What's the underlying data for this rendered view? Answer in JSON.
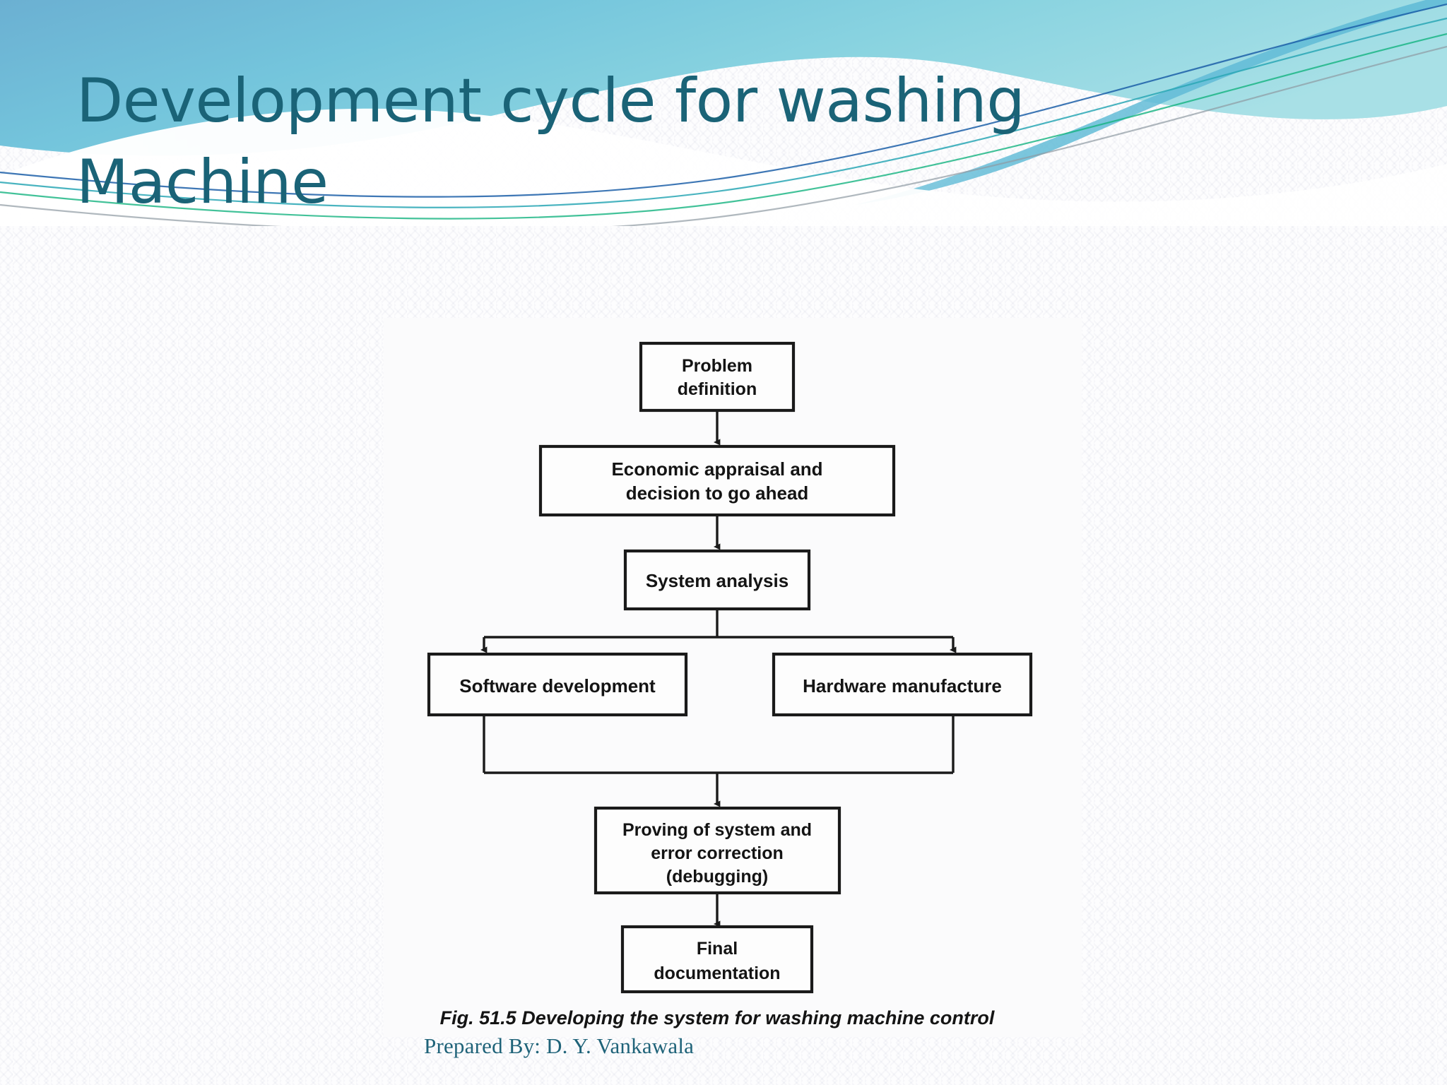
{
  "slide": {
    "title": "Development cycle for washing Machine",
    "title_color": "#1a6377",
    "background_color": "#fdfdfe",
    "footer_credit": "Prepared By: D. Y. Vankawala"
  },
  "banner": {
    "gradient_left": "#6bb0d2",
    "gradient_mid": "#75c8dd",
    "gradient_right": "#9fdbe4",
    "accent_band": "#5fc0d8",
    "line_blue": "#1c5fa8",
    "line_teal": "#149a8c",
    "line_green": "#14b37f",
    "line_grey": "#8f9aa2"
  },
  "figure": {
    "caption_prefix": "Fig. 51.5",
    "caption_text": "Developing the system for washing machine control",
    "caption_full": "Fig. 51.5 Developing the system for washing machine control",
    "nodes": [
      {
        "id": "problem-definition",
        "lines": [
          "Problem",
          "definition"
        ]
      },
      {
        "id": "economic-appraisal",
        "lines": [
          "Economic appraisal and",
          "decision to go ahead"
        ]
      },
      {
        "id": "system-analysis",
        "lines": [
          "System analysis"
        ]
      },
      {
        "id": "software-development",
        "lines": [
          "Software development"
        ]
      },
      {
        "id": "hardware-manufacture",
        "lines": [
          "Hardware manufacture"
        ]
      },
      {
        "id": "proving-of-system",
        "lines": [
          "Proving of system and",
          "error correction",
          "(debugging)"
        ]
      },
      {
        "id": "final-documentation",
        "lines": [
          "Final",
          "documentation"
        ]
      }
    ],
    "edges": [
      {
        "from": "problem-definition",
        "to": "economic-appraisal"
      },
      {
        "from": "economic-appraisal",
        "to": "system-analysis"
      },
      {
        "from": "system-analysis",
        "to": "software-development"
      },
      {
        "from": "system-analysis",
        "to": "hardware-manufacture"
      },
      {
        "from": "software-development",
        "to": "proving-of-system"
      },
      {
        "from": "hardware-manufacture",
        "to": "proving-of-system"
      },
      {
        "from": "proving-of-system",
        "to": "final-documentation"
      }
    ],
    "node_text": {
      "problem_definition_l1": "Problem",
      "problem_definition_l2": "definition",
      "economic_appraisal_l1": "Economic appraisal and",
      "economic_appraisal_l2": "decision to go ahead",
      "system_analysis_l1": "System analysis",
      "software_development_l1": "Software development",
      "hardware_manufacture_l1": "Hardware manufacture",
      "proving_l1": "Proving of system and",
      "proving_l2": "error correction",
      "proving_l3": "(debugging)",
      "final_documentation_l1": "Final",
      "final_documentation_l2": "documentation"
    }
  }
}
